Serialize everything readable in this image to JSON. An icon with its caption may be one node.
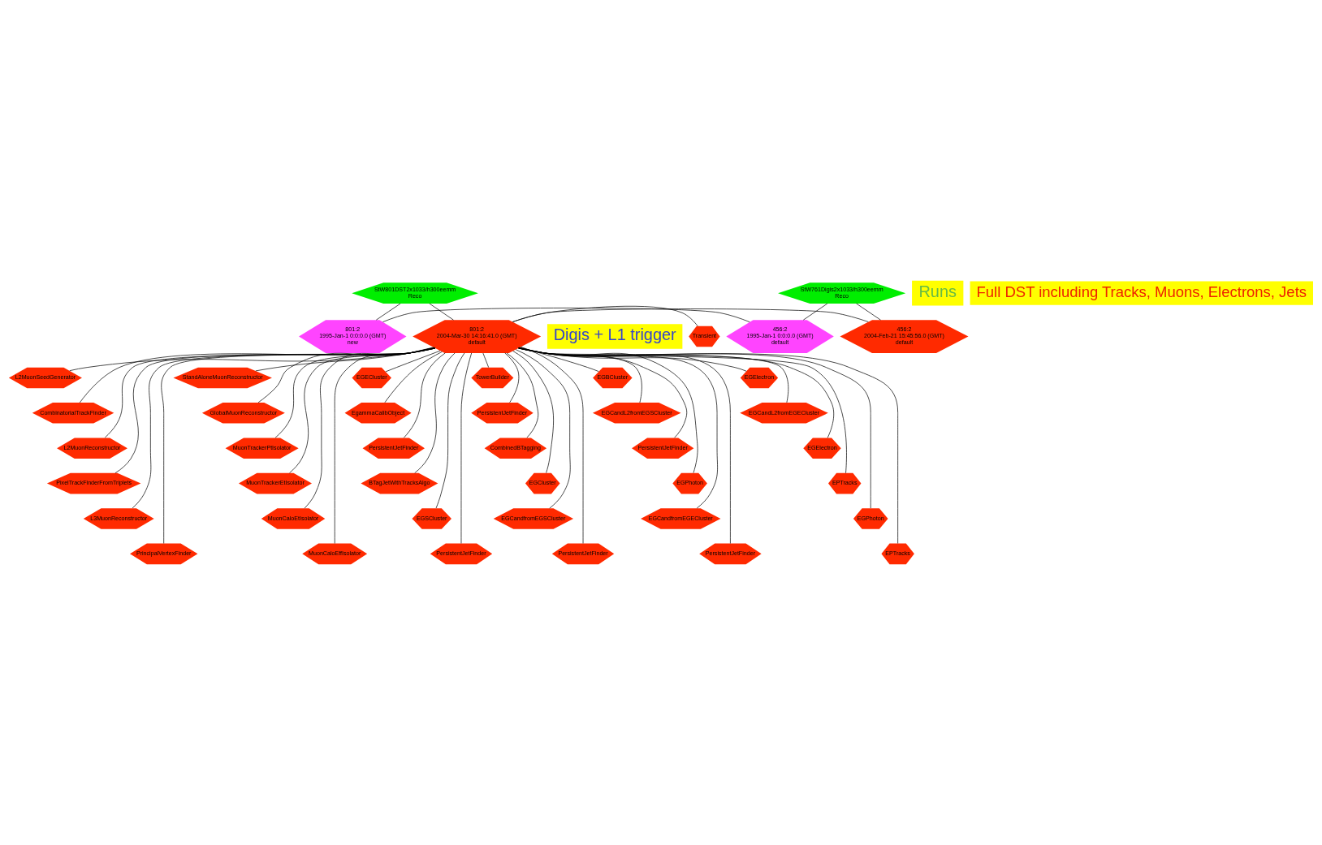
{
  "diagram": {
    "nodes": [
      {
        "text": [
          "StW801DST2x1033/h300eemm",
          "Reco"
        ]
      },
      {
        "text": [
          "StW761Digis2x1033/h300eemm",
          "Reco"
        ]
      },
      {
        "text": [
          "801:2",
          "1995-Jan-1 0:0:0.0 (GMT)",
          "new"
        ]
      },
      {
        "text": [
          "456:2",
          "1995-Jan-1 0:0:0.0 (GMT)",
          "default"
        ]
      },
      {
        "text": [
          "Transient"
        ]
      },
      {
        "text": [
          "801:2",
          "2004-Mar-30 14:16:41.0 (GMT)",
          "default"
        ]
      },
      {
        "text": [
          "456:2",
          "2004-Feb-21 15:45:56.0 (GMT)",
          "default"
        ]
      },
      {
        "text": [
          "L2MuonSeedGenerator"
        ]
      },
      {
        "text": [
          "CombinatorialTrackFinder"
        ]
      },
      {
        "text": [
          "L2MuonReconstructor"
        ]
      },
      {
        "text": [
          "PixelTrackFinderFromTriplets"
        ]
      },
      {
        "text": [
          "L3MuonReconstructor"
        ]
      },
      {
        "text": [
          "PrincipalVertexFinder"
        ]
      },
      {
        "text": [
          "StandAloneMuonReconstructor"
        ]
      },
      {
        "text": [
          "GlobalMuonReconstructor"
        ]
      },
      {
        "text": [
          "MuonTrackerPtIsolator"
        ]
      },
      {
        "text": [
          "MuonTrackerEtIsolator"
        ]
      },
      {
        "text": [
          "MuonCaloEtIsolator"
        ]
      },
      {
        "text": [
          "MuonCaloEffIsolator"
        ]
      },
      {
        "text": [
          "EGECluster"
        ]
      },
      {
        "text": [
          "EgammaCalibObject"
        ]
      },
      {
        "text": [
          "PersistentJetFinder"
        ]
      },
      {
        "text": [
          "BTagJetWithTracksAlgo"
        ]
      },
      {
        "text": [
          "EGSCluster"
        ]
      },
      {
        "text": [
          "PersistentJetFinder"
        ]
      },
      {
        "text": [
          "TowerBuilder"
        ]
      },
      {
        "text": [
          "PersistentJetFinder"
        ]
      },
      {
        "text": [
          "CombinedBTagging"
        ]
      },
      {
        "text": [
          "EGCluster"
        ]
      },
      {
        "text": [
          "EGCandfromEGSCluster"
        ]
      },
      {
        "text": [
          "PersistentJetFinder"
        ]
      },
      {
        "text": [
          "EGBCluster"
        ]
      },
      {
        "text": [
          "EGCandL2fromEGSCluster"
        ]
      },
      {
        "text": [
          "PersistentJetFinder"
        ]
      },
      {
        "text": [
          "EGPhoton"
        ]
      },
      {
        "text": [
          "EGCandfromEGECluster"
        ]
      },
      {
        "text": [
          "PersistentJetFinder"
        ]
      },
      {
        "text": [
          "EGElectron"
        ]
      },
      {
        "text": [
          "EGCandL2fromEGECluster"
        ]
      },
      {
        "text": [
          "EGElectron"
        ]
      },
      {
        "text": [
          "EPTracks"
        ]
      },
      {
        "text": [
          "EGPhoton"
        ]
      },
      {
        "text": [
          "EPTracks"
        ]
      }
    ],
    "edges": [
      {
        "from": 0,
        "to": 2,
        "arrow": "none"
      },
      {
        "from": 0,
        "to": 5,
        "arrow": "none"
      },
      {
        "from": 1,
        "to": 3,
        "arrow": "none"
      },
      {
        "from": 1,
        "to": 6,
        "arrow": "none"
      },
      {
        "from": 2,
        "to": 3,
        "arrow": "none"
      },
      {
        "from": 4,
        "to": 5,
        "arrow": "none"
      },
      {
        "from": 5,
        "to": 6,
        "arrow": "none"
      },
      {
        "from": 5,
        "to": 7,
        "arrow": "none"
      },
      {
        "from": 5,
        "to": 8,
        "arrow": "none"
      },
      {
        "from": 5,
        "to": 9,
        "arrow": "none"
      },
      {
        "from": 5,
        "to": 10,
        "arrow": "none"
      },
      {
        "from": 5,
        "to": 11,
        "arrow": "none"
      },
      {
        "from": 5,
        "to": 12,
        "arrow": "none"
      },
      {
        "from": 5,
        "to": 13,
        "arrow": "none"
      },
      {
        "from": 5,
        "to": 14,
        "arrow": "none"
      },
      {
        "from": 5,
        "to": 15,
        "arrow": "none"
      },
      {
        "from": 5,
        "to": 16,
        "arrow": "none"
      },
      {
        "from": 5,
        "to": 17,
        "arrow": "none"
      },
      {
        "from": 5,
        "to": 18,
        "arrow": "none"
      },
      {
        "from": 5,
        "to": 19,
        "arrow": "none"
      },
      {
        "from": 5,
        "to": 20,
        "arrow": "none"
      },
      {
        "from": 5,
        "to": 21,
        "arrow": "none"
      },
      {
        "from": 5,
        "to": 22,
        "arrow": "none"
      },
      {
        "from": 5,
        "to": 23,
        "arrow": "none"
      },
      {
        "from": 5,
        "to": 24,
        "arrow": "none"
      },
      {
        "from": 5,
        "to": 25,
        "arrow": "none"
      },
      {
        "from": 5,
        "to": 26,
        "arrow": "none"
      },
      {
        "from": 5,
        "to": 27,
        "arrow": "none"
      },
      {
        "from": 5,
        "to": 28,
        "arrow": "none"
      },
      {
        "from": 5,
        "to": 29,
        "arrow": "none"
      },
      {
        "from": 5,
        "to": 30,
        "arrow": "none"
      },
      {
        "from": 5,
        "to": 31,
        "arrow": "none"
      },
      {
        "from": 5,
        "to": 32,
        "arrow": "none"
      },
      {
        "from": 5,
        "to": 33,
        "arrow": "none"
      },
      {
        "from": 5,
        "to": 34,
        "arrow": "none"
      },
      {
        "from": 5,
        "to": 35,
        "arrow": "none"
      },
      {
        "from": 5,
        "to": 36,
        "arrow": "none"
      },
      {
        "from": 5,
        "to": 37,
        "arrow": "none"
      },
      {
        "from": 5,
        "to": 38,
        "arrow": "none"
      },
      {
        "from": 5,
        "to": 39,
        "arrow": "none"
      },
      {
        "from": 5,
        "to": 40,
        "arrow": "none"
      },
      {
        "from": 5,
        "to": 41,
        "arrow": "none"
      },
      {
        "from": 5,
        "to": 42,
        "arrow": "none"
      }
    ],
    "labels": [
      "Runs",
      "Digis + L1 trigger",
      "Full DST including Tracks, Muons, Electrons, Jets"
    ]
  }
}
